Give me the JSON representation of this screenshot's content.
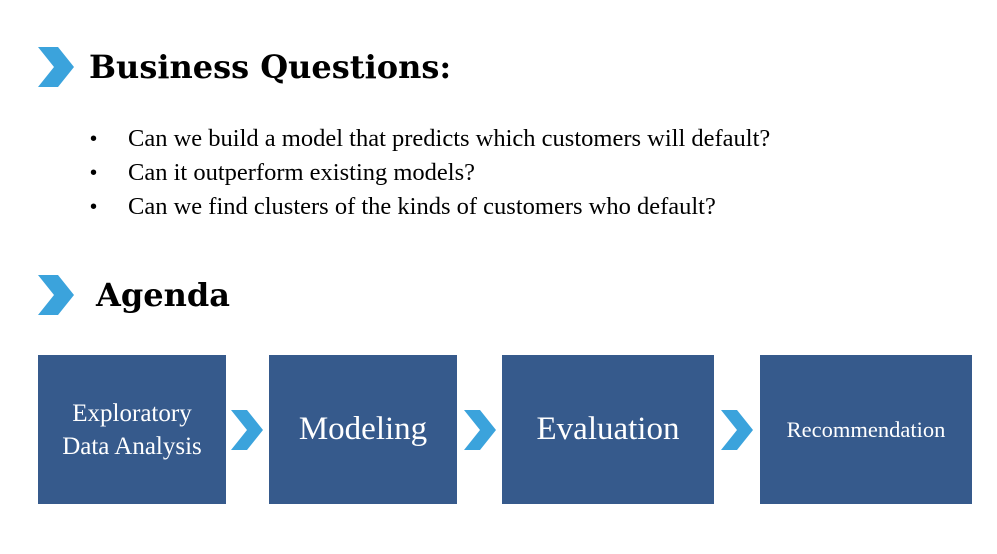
{
  "business_questions": {
    "title": "Business Questions:",
    "icon": "chevron-right-icon",
    "items": [
      "Can we build a model that predicts which customers will default?",
      "Can it outperform existing models?",
      "Can we find clusters of the kinds of customers who default?"
    ]
  },
  "agenda": {
    "title": "Agenda",
    "icon": "chevron-right-icon",
    "steps": [
      "Exploratory\nData Analysis",
      "Modeling",
      "Evaluation",
      "Recommendation"
    ]
  },
  "colors": {
    "box_fill": "#365a8c",
    "arrow_blue": "#3ba3dc",
    "box_text": "#ffffff"
  }
}
